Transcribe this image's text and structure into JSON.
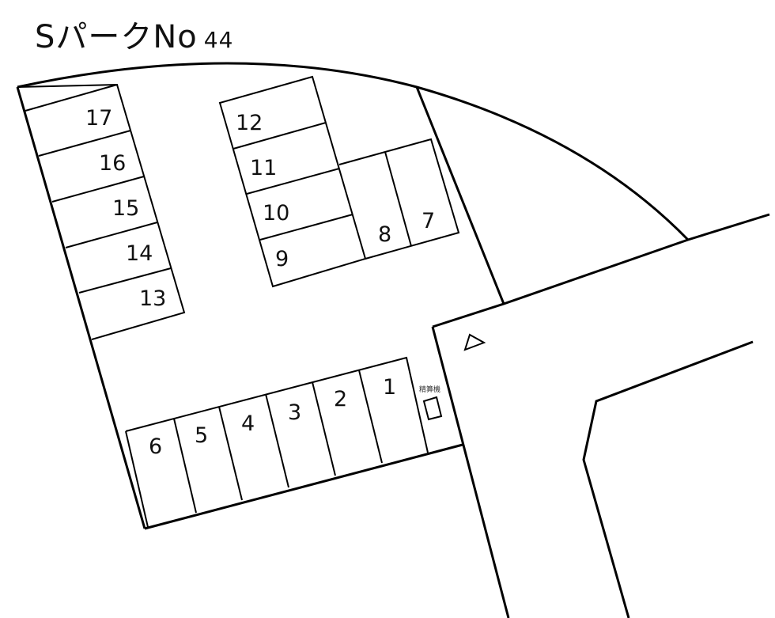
{
  "title": {
    "main": "SパークNo",
    "number": "44"
  },
  "map": {
    "stroke_color": "#000000",
    "background": "#ffffff",
    "entrance_marker": "triangle-icon",
    "payment_machine": {
      "label": "精算機",
      "icon": "square-icon"
    },
    "spaces": [
      {
        "id": "1",
        "label": "1"
      },
      {
        "id": "2",
        "label": "2"
      },
      {
        "id": "3",
        "label": "3"
      },
      {
        "id": "4",
        "label": "4"
      },
      {
        "id": "5",
        "label": "5"
      },
      {
        "id": "6",
        "label": "6"
      },
      {
        "id": "7",
        "label": "7"
      },
      {
        "id": "8",
        "label": "8"
      },
      {
        "id": "9",
        "label": "9"
      },
      {
        "id": "10",
        "label": "10"
      },
      {
        "id": "11",
        "label": "11"
      },
      {
        "id": "12",
        "label": "12"
      },
      {
        "id": "13",
        "label": "13"
      },
      {
        "id": "14",
        "label": "14"
      },
      {
        "id": "15",
        "label": "15"
      },
      {
        "id": "16",
        "label": "16"
      },
      {
        "id": "17",
        "label": "17"
      }
    ]
  }
}
